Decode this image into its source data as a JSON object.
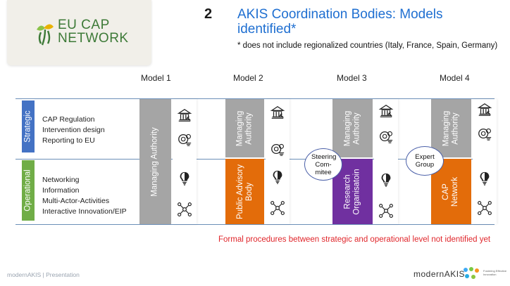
{
  "header": {
    "logo_line1": "EU CAP",
    "logo_line2": "NETWORK",
    "slide_number": "2",
    "title": "AKIS Coordination Bodies: Models identified*",
    "subtitle": "* does not include regionalized countries (Italy, France, Spain, Germany)"
  },
  "models": [
    {
      "label": "Model 1",
      "bar_full": "Managing Authority"
    },
    {
      "label": "Model 2",
      "bar_top": "Managing Authority",
      "bar_bottom": "Public Advisory Body"
    },
    {
      "label": "Model 3",
      "bar_top": "Managing Authority",
      "bar_bottom": "Research Organisatoin",
      "bubble": "Steering Com-mitee"
    },
    {
      "label": "Model 4",
      "bar_top": "Managing Authority",
      "bar_bottom": "CAP Network",
      "bubble": "Expert Group"
    }
  ],
  "levels": {
    "strategic": {
      "tag": "Strategic",
      "items": [
        "CAP Regulation",
        "Intervention design",
        "Reporting to EU"
      ]
    },
    "operational": {
      "tag": "Operational",
      "items": [
        "Networking",
        "Information",
        "Multi-Actor-Activities",
        "Interactive Innovation/EIP"
      ]
    }
  },
  "note": "Formal procedures between strategic and operational level not identified yet",
  "footer": {
    "left": "modernAKIS | Presentation",
    "brand": "modernAKIS",
    "tagline": "Fostering Effective Innovation"
  },
  "colors": {
    "title_blue": "#1f6fd1",
    "strategic_blue": "#4472c4",
    "operational_green": "#70ad47",
    "managing_gray": "#a5a5a5",
    "public_advisory_orange": "#e36c0a",
    "research_purple": "#7030a0",
    "cap_network_orange": "#e36c0a",
    "note_red": "#e0262b"
  },
  "icons": [
    "authority-building-icon",
    "money-gears-icon",
    "lightbulb-head-icon",
    "network-nodes-icon"
  ]
}
